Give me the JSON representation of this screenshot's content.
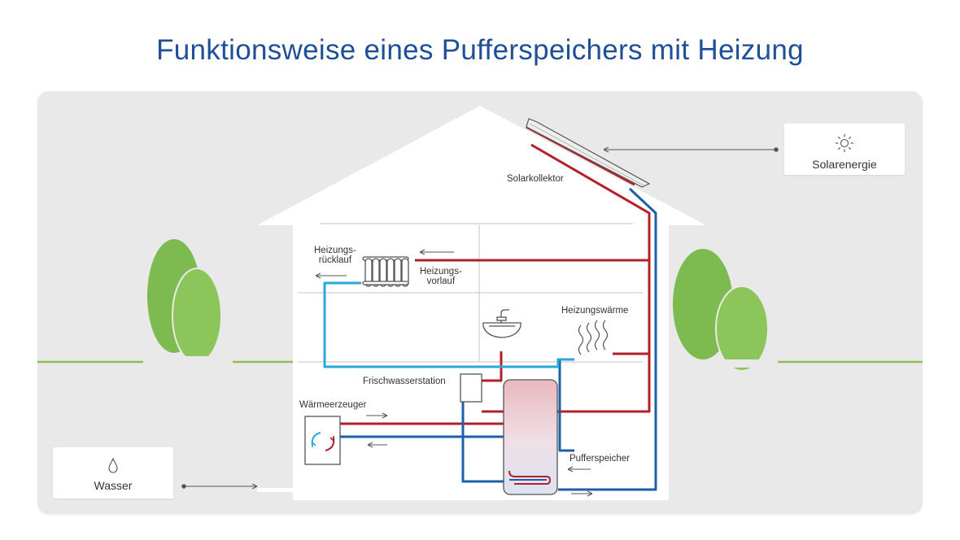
{
  "title": "Funktionsweise eines Pufferspeichers mit Heizung",
  "labels": {
    "solarkollektor": "Solarkollektor",
    "heizungsruecklauf_line1": "Heizungs-",
    "heizungsruecklauf_line2": "rücklauf",
    "heizungsvorlauf_line1": "Heizungs-",
    "heizungsvorlauf_line2": "vorlauf",
    "heizungswaerme": "Heizungswärme",
    "frischwasserstation": "Frischwasserstation",
    "waermeerzeuger": "Wärmeerzeuger",
    "pufferspeicher": "Pufferspeicher"
  },
  "cards": {
    "solar": {
      "label": "Solarenergie",
      "icon": "sun-icon"
    },
    "water": {
      "label": "Wasser",
      "icon": "water-drop-icon"
    }
  },
  "colors": {
    "title": "#1f4f99",
    "hot_line": "#b3202a",
    "cold_line": "#1d5fa8",
    "light_blue_line": "#2aa8d8",
    "grass": "#8cc152",
    "tree": "#7dba4f",
    "panel_bg": "#e9e9e9"
  }
}
